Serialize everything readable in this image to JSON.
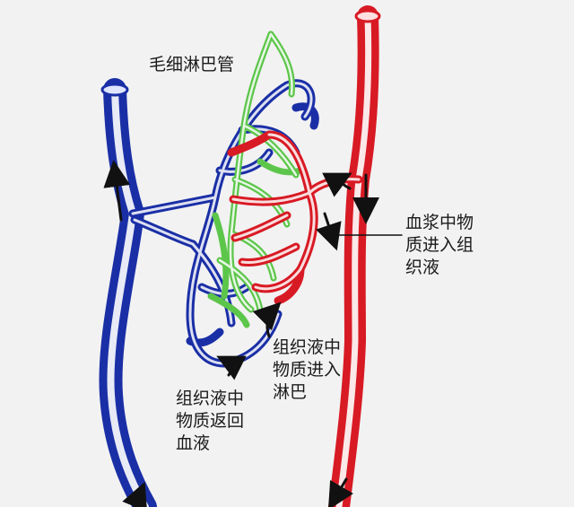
{
  "labels": {
    "lymph_capillary": "毛细淋巴管",
    "plasma_to_tissue": "血浆中物\n质进入组\n织液",
    "tissue_to_lymph": "组织液中\n物质进入\n淋巴",
    "tissue_to_blood": "组织液中\n物质返回\n血液"
  },
  "colors": {
    "background": "#f2f2f2",
    "vein_blue": "#1a2fa6",
    "artery_red": "#d81a24",
    "lymph_green": "#5cc64a",
    "vessel_core": "#ffffff",
    "arrow_black": "#111111"
  },
  "icons": {
    "flow_arrow": "arrow-icon"
  }
}
